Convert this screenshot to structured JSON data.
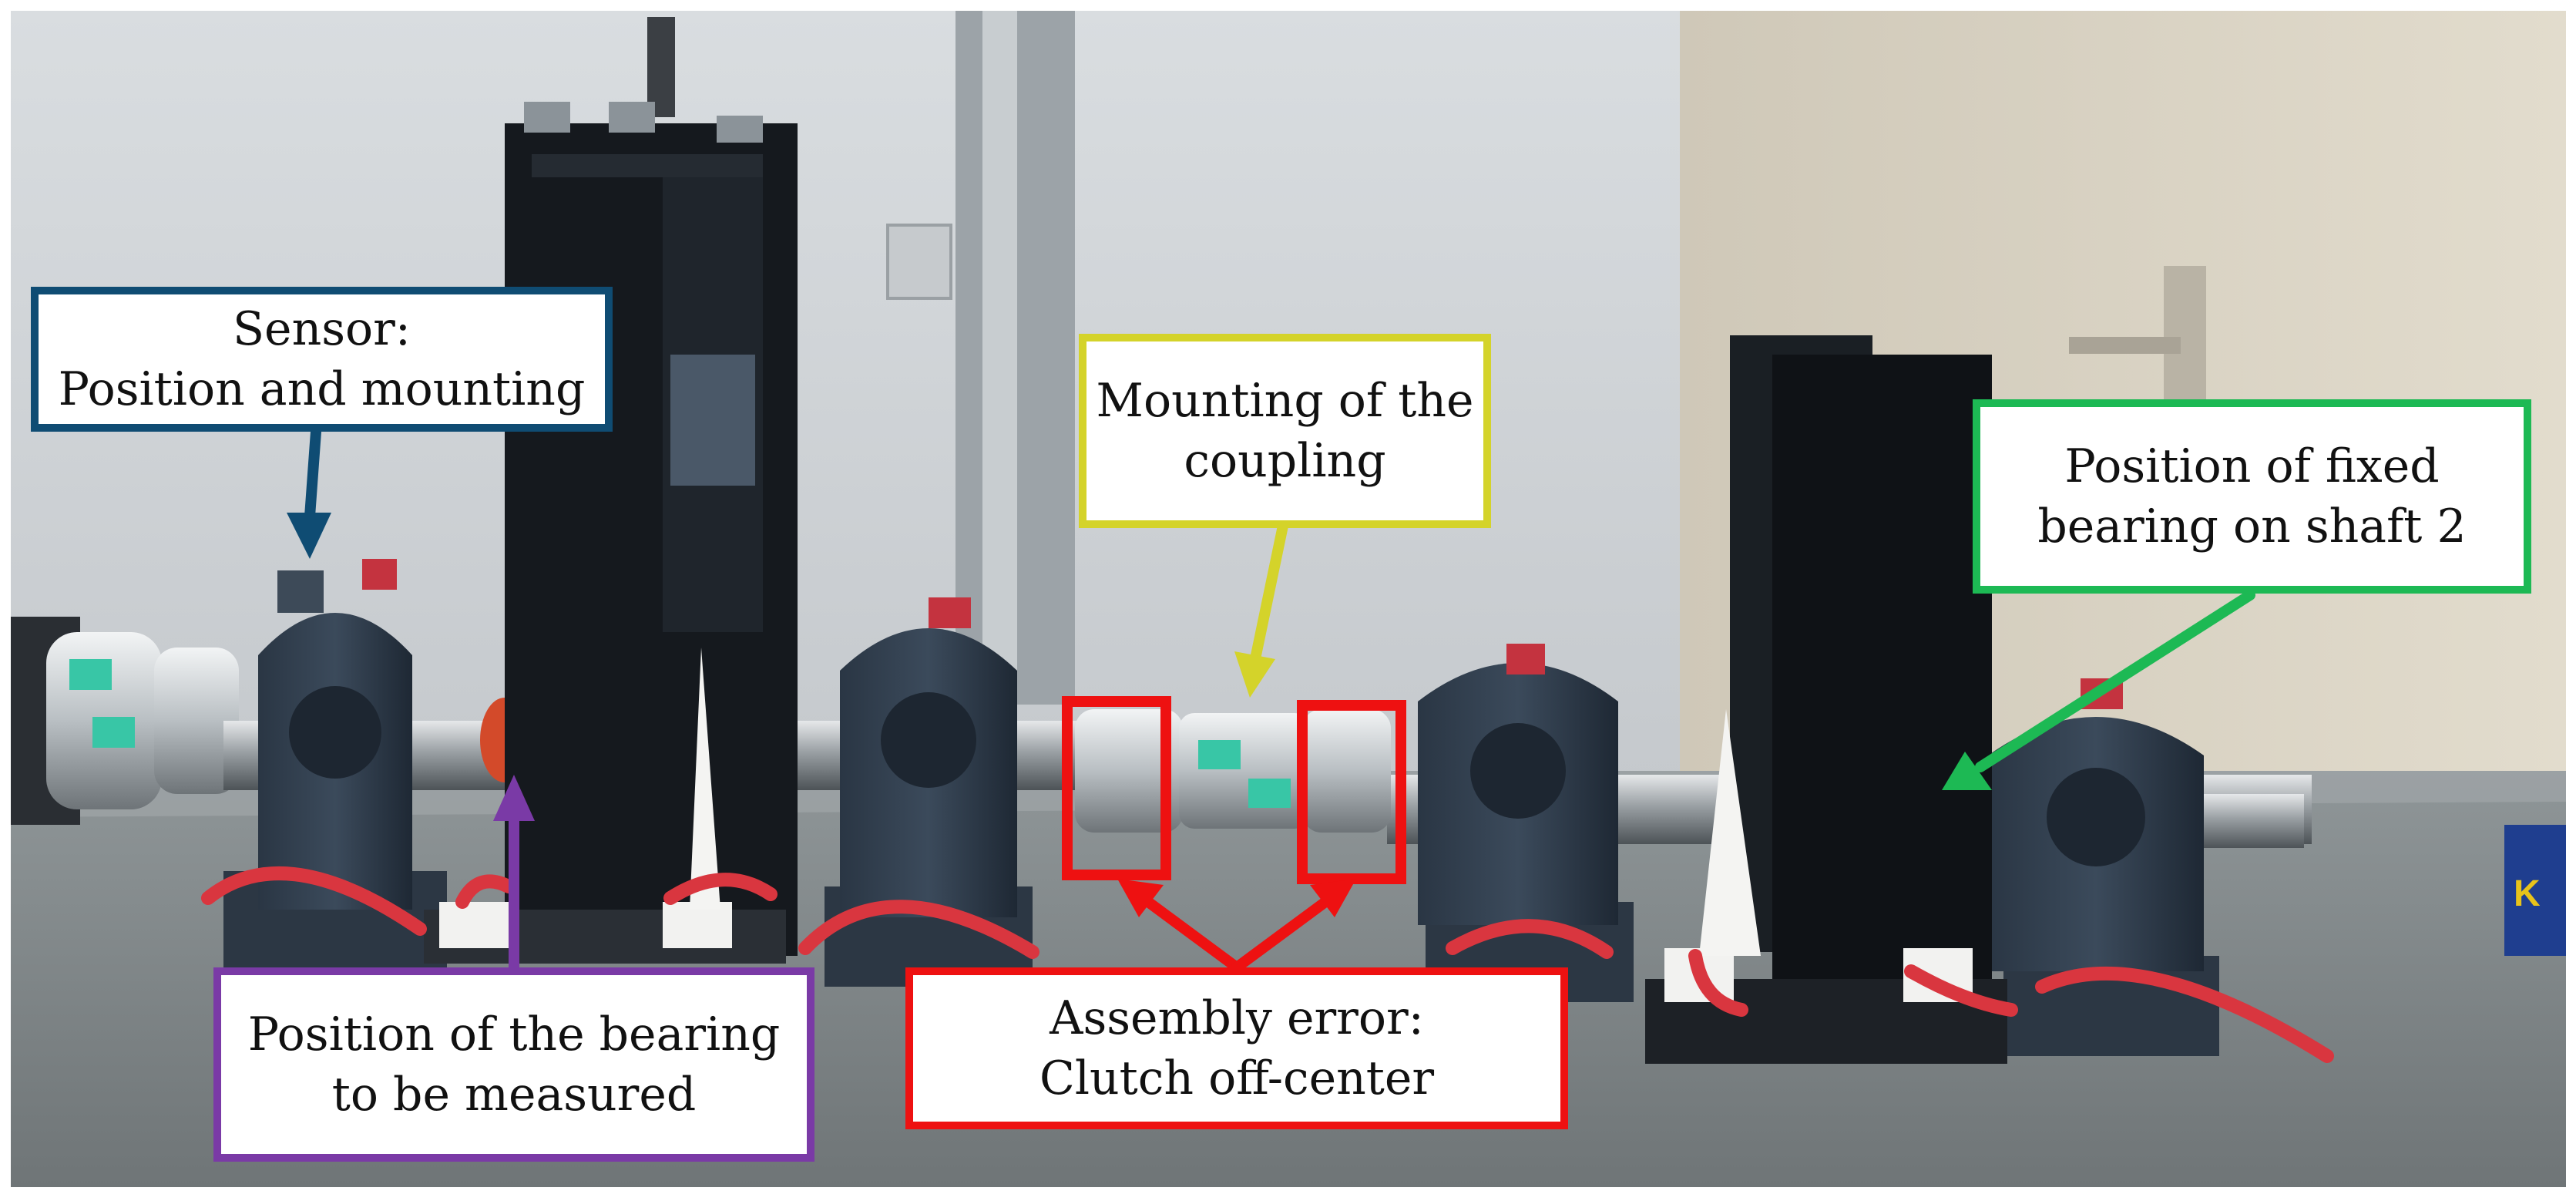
{
  "annotations": [
    {
      "id": "sensor",
      "lines": [
        "Sensor:",
        "Position and mounting"
      ],
      "color": "#0f4c73"
    },
    {
      "id": "coupling",
      "lines": [
        "Mounting of the",
        "coupling"
      ],
      "color": "#d4d32a"
    },
    {
      "id": "fixed_bearing",
      "lines": [
        "Position of fixed",
        "bearing on shaft 2"
      ],
      "color": "#1db954"
    },
    {
      "id": "bearing_measured",
      "lines": [
        "Position of the bearing",
        "to be measured"
      ],
      "color": "#7a3aa6"
    },
    {
      "id": "assembly_error",
      "lines": [
        "Assembly error:",
        "Clutch off-center"
      ],
      "color": "#ee1111"
    }
  ],
  "photo_side_text": "K"
}
